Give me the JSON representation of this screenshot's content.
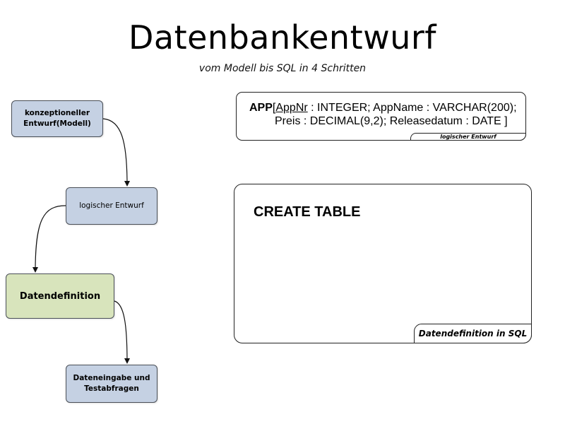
{
  "header": {
    "title": "Datenbankentwurf",
    "subtitle": "vom Modell bis SQL in 4 Schritten"
  },
  "steps": [
    {
      "label": "konzeptioneller\nEntwurf(Modell)",
      "color": "#c5d1e3"
    },
    {
      "label": "logischer Entwurf",
      "color": "#c5d1e3"
    },
    {
      "label": "Datendefinition",
      "color": "#d8e4bc",
      "highlighted": true
    },
    {
      "label": "Dateneingabe und\nTestabfragen",
      "color": "#c5d1e3"
    }
  ],
  "schema_box": {
    "relation_name": "APP",
    "open_bracket": "[",
    "key_attribute": "AppNr",
    "line1_rest": " : INTEGER; AppName : VARCHAR(200);",
    "line2": "Preis : DECIMAL(9,2); Releasedatum : DATE ]",
    "tag": "logischer Entwurf"
  },
  "sql_box": {
    "code": "CREATE TABLE",
    "tag": "Datendefinition in SQL"
  }
}
